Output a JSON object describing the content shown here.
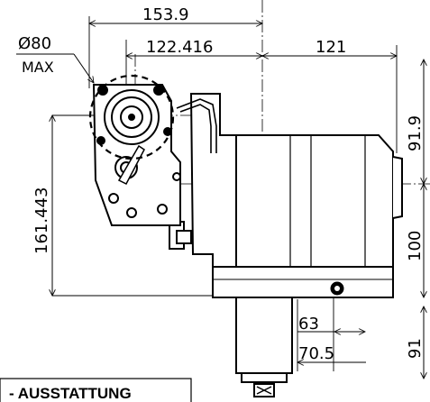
{
  "drawing": {
    "dimensions": {
      "top_overall": "153.9",
      "top_offset": "122.416",
      "top_right": "121",
      "diameter": "Ø80",
      "diameter_note": "MAX",
      "left_height": "161.443",
      "right_upper": "91.9",
      "right_middle": "100",
      "right_lower": "91",
      "bottom_a": "63",
      "bottom_b": "70.5"
    },
    "note": {
      "text": "- AUSSTATTUNG"
    }
  }
}
